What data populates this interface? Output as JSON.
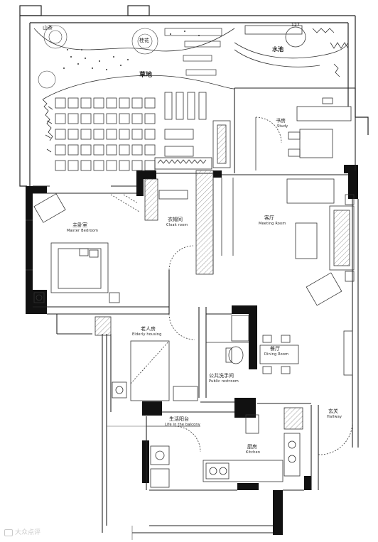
{
  "garden": {
    "lawn": "草地",
    "water_pond": "水池",
    "dimension": "127",
    "tree_left": "山茶",
    "tree_center": "桂花"
  },
  "rooms": {
    "study": {
      "zh": "书房",
      "en": "Study"
    },
    "master_bedroom": {
      "zh": "主卧室",
      "en": "Master Bedroom"
    },
    "cloak_room": {
      "zh": "衣帽间",
      "en": "Cloak room"
    },
    "meeting_room": {
      "zh": "客厅",
      "en": "Meeting Room"
    },
    "elderly_housing": {
      "zh": "老人房",
      "en": "Elderly housing"
    },
    "dining_room": {
      "zh": "餐厅",
      "en": "Dining Room"
    },
    "public_restroom": {
      "zh": "公共洗手间",
      "en": "Public restroom"
    },
    "life_balcony": {
      "zh": "生活阳台",
      "en": "Life in the balcony"
    },
    "kitchen": {
      "zh": "厨房",
      "en": "Kitchen"
    },
    "hallway": {
      "zh": "玄关",
      "en": "Hallway"
    }
  },
  "watermark": "大众点评"
}
